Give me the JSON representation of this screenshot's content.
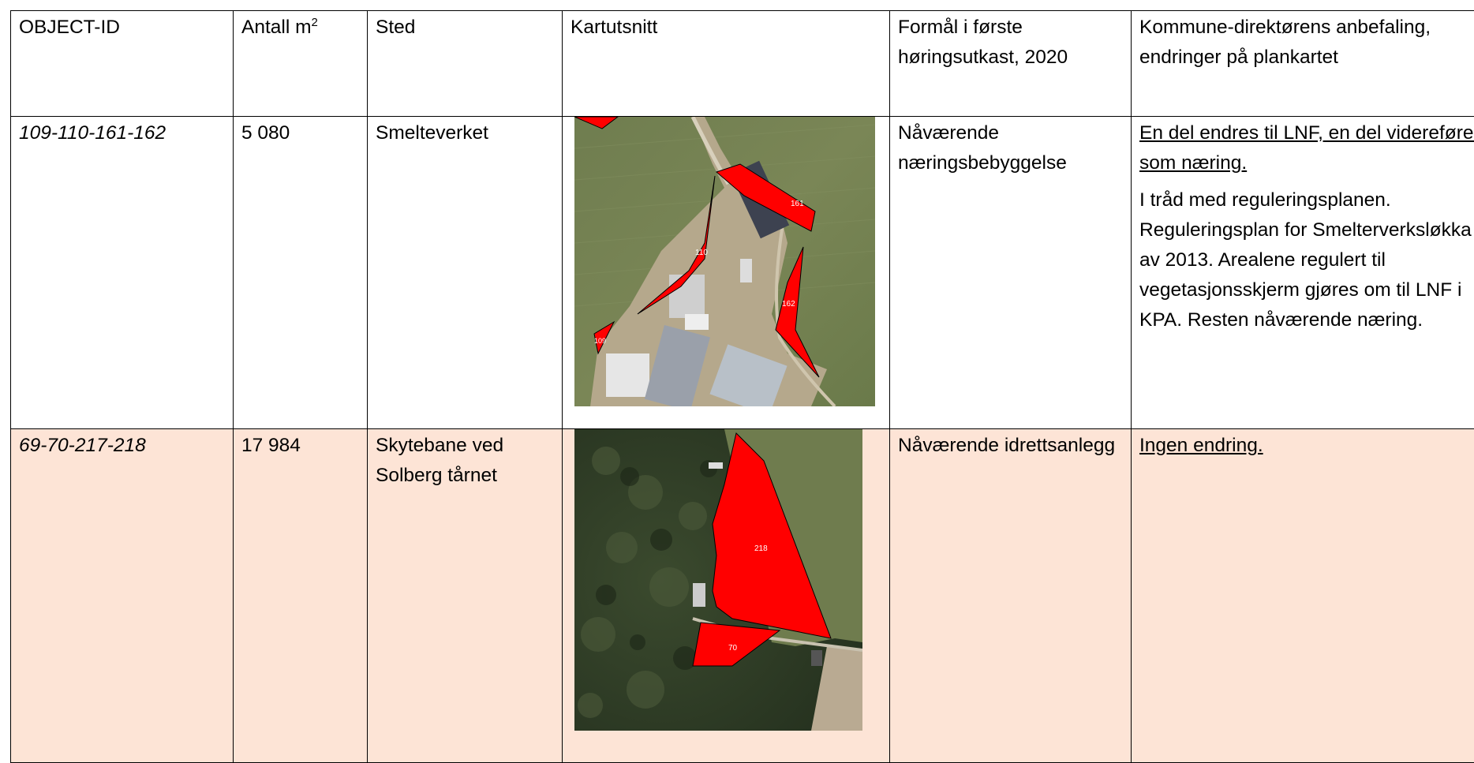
{
  "headers": {
    "object_id": "OBJECT-ID",
    "antall": "Antall m",
    "antall_sup": "2",
    "sted": "Sted",
    "kartutsnitt": "Kartutsnitt",
    "formal": "Formål i første høringsutkast, 2020",
    "kommune": "Kommune-direktørens anbefaling, endringer på plankartet"
  },
  "rows": [
    {
      "object_id": "109-110-161-162",
      "antall": "5 080",
      "sted": "Smelteverket",
      "map_labels": [
        "161",
        "110",
        "162",
        "109"
      ],
      "formal": "Nåværende næringsbebyggelse",
      "kommune_recommendation": "En del endres til LNF, en del videreføres som næring.",
      "kommune_note": "I tråd med reguleringsplanen. Reguleringsplan for Smelterverksløkka av 2013. Arealene regulert til vegetasjonsskjerm gjøres om til LNF i KPA. Resten nåværende næring."
    },
    {
      "object_id": "69-70-217-218",
      "antall": "17 984",
      "sted": "Skytebane ved Solberg tårnet",
      "map_labels": [
        "218",
        "70"
      ],
      "formal": "Nåværende idrettsanlegg",
      "kommune_recommendation": "Ingen endring.",
      "kommune_note": ""
    }
  ],
  "colors": {
    "row_highlight": "#fde4d6",
    "polygon_fill": "#ff0000",
    "border": "#000000"
  }
}
